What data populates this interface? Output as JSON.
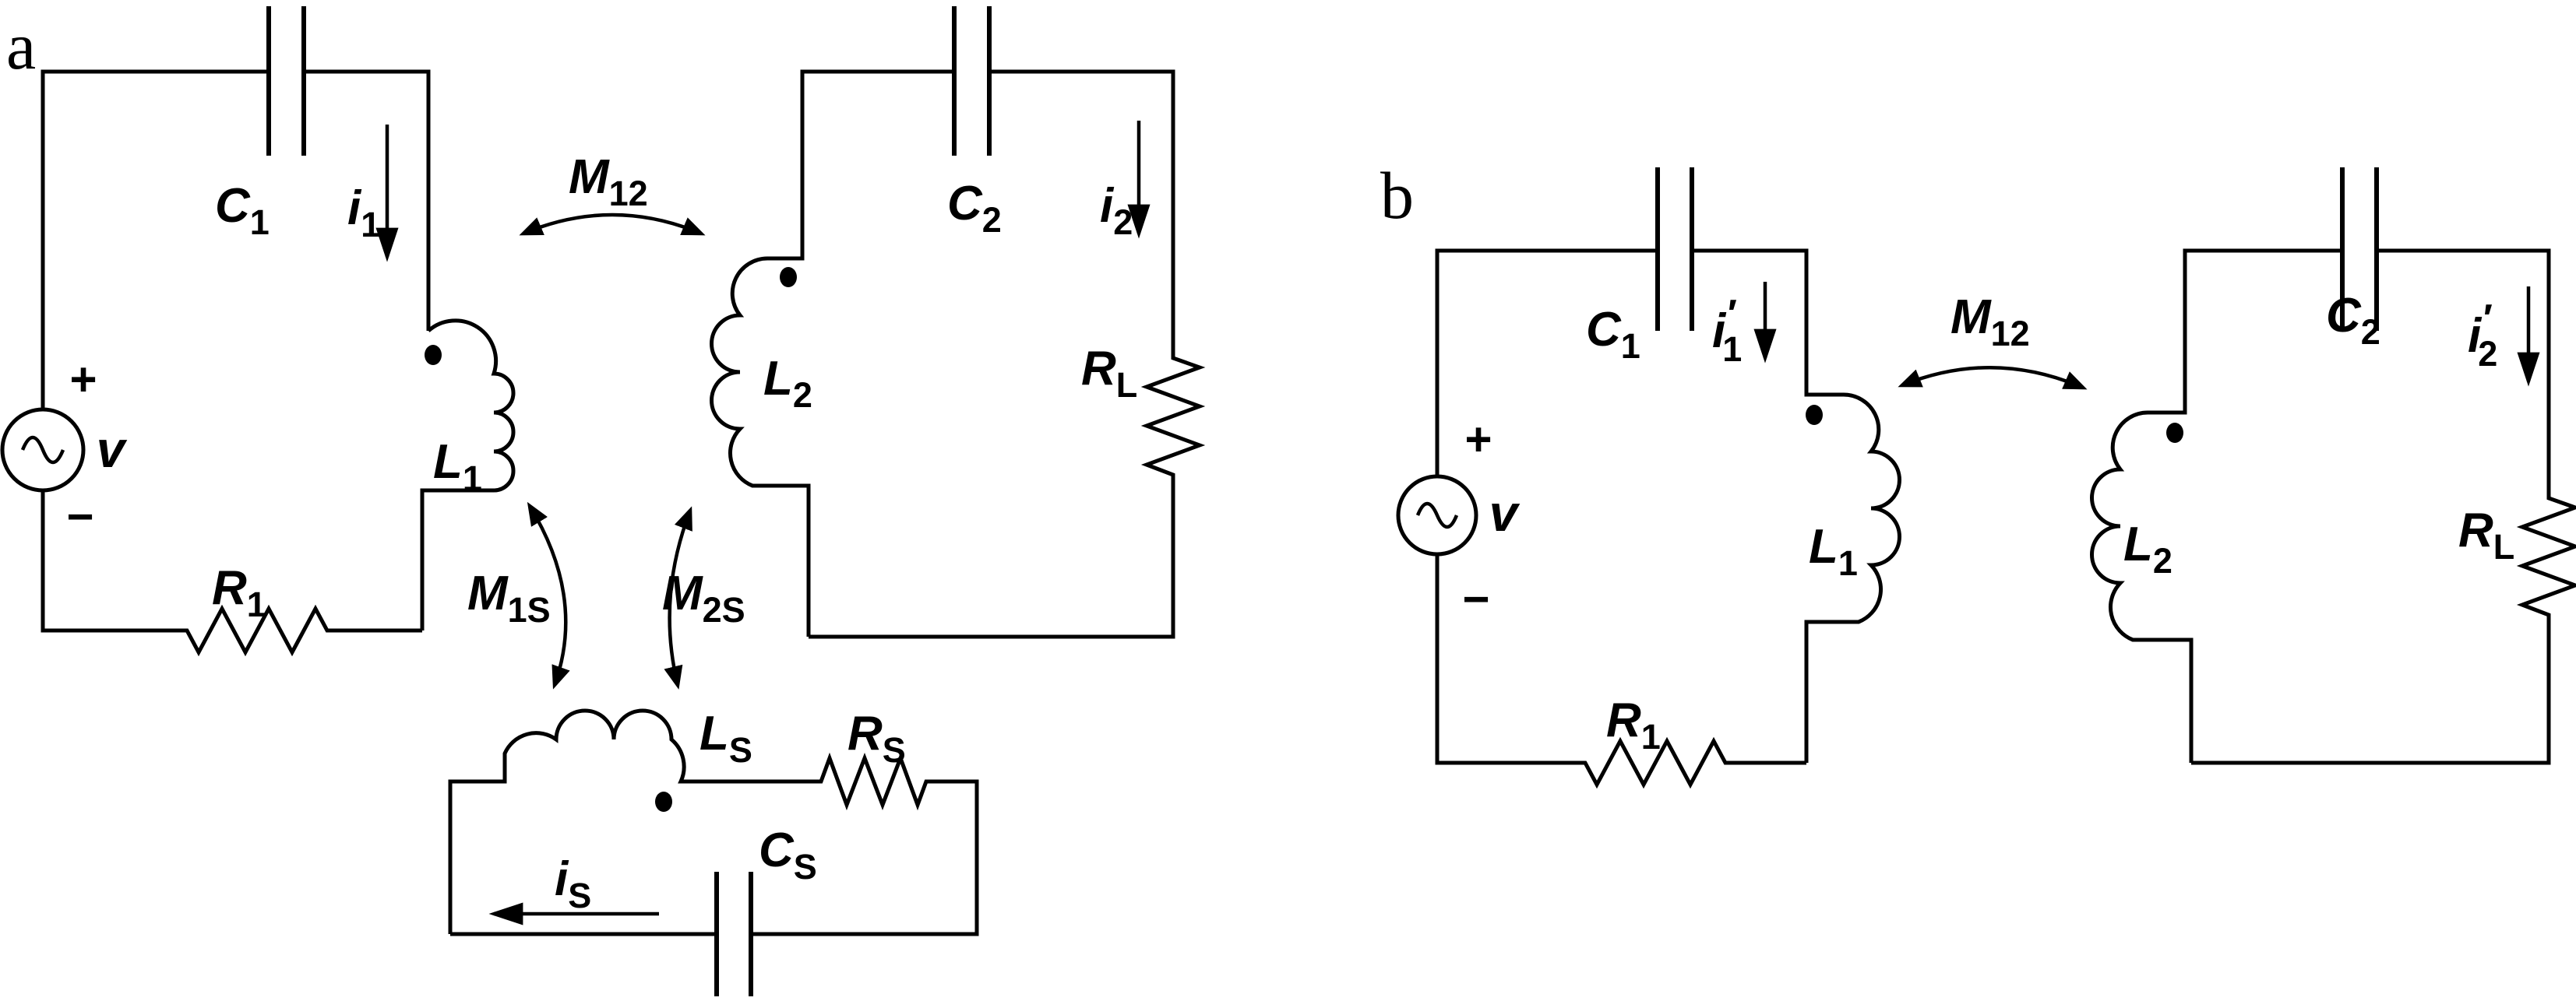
{
  "figure": {
    "type": "circuit-schematic",
    "panels": [
      "a",
      "b"
    ],
    "colors": {
      "line": "#000000",
      "background": "#ffffff"
    }
  },
  "labels": {
    "panel_a": "a",
    "panel_b": "b",
    "a": {
      "C1": {
        "main": "C",
        "sub": "1"
      },
      "i1": {
        "main": "i",
        "sub": "1"
      },
      "M12": {
        "main": "M",
        "sub": "12"
      },
      "C2": {
        "main": "C",
        "sub": "2"
      },
      "i2": {
        "main": "i",
        "sub": "2"
      },
      "RL": {
        "main": "R",
        "sub": "L"
      },
      "L1": {
        "main": "L",
        "sub": "1"
      },
      "L2": {
        "main": "L",
        "sub": "2"
      },
      "R1": {
        "main": "R",
        "sub": "1"
      },
      "plus": "+",
      "minus": "−",
      "v": "v",
      "M1S": {
        "main": "M",
        "sub": "1S"
      },
      "M2S": {
        "main": "M",
        "sub": "2S"
      },
      "LS": {
        "main": "L",
        "sub": "S"
      },
      "RS": {
        "main": "R",
        "sub": "S"
      },
      "CS": {
        "main": "C",
        "sub": "S"
      },
      "iS": {
        "main": "i",
        "sub": "S"
      }
    },
    "b": {
      "C1": {
        "main": "C",
        "sub": "1"
      },
      "i1p": {
        "main": "i",
        "prime": "′",
        "sub": "1"
      },
      "M12": {
        "main": "M",
        "sub": "12"
      },
      "C2": {
        "main": "C",
        "sub": "2"
      },
      "i2p": {
        "main": "i",
        "prime": "′",
        "sub": "2"
      },
      "RL": {
        "main": "R",
        "sub": "L"
      },
      "L1": {
        "main": "L",
        "sub": "1"
      },
      "L2": {
        "main": "L",
        "sub": "2"
      },
      "R1": {
        "main": "R",
        "sub": "1"
      },
      "plus": "+",
      "minus": "−",
      "v": "v"
    }
  }
}
